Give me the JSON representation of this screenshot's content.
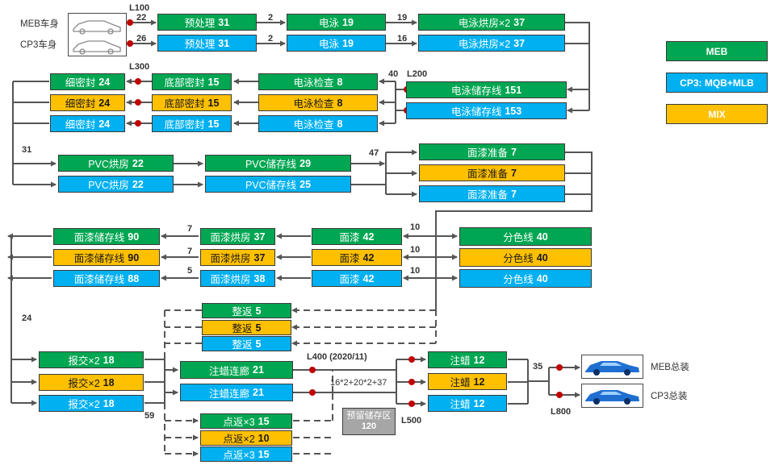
{
  "inputs": {
    "meb": "MEB车身",
    "cp3": "CP3车身"
  },
  "outputs": {
    "meb": "MEB总装",
    "cp3": "CP3总装"
  },
  "legend": {
    "meb": "MEB",
    "cp3": "CP3: MQB+MLB",
    "mix": "MIX"
  },
  "line_labels": {
    "l100": "L100",
    "l200": "L200",
    "l300": "L300",
    "l400": "L400 (2020/11)",
    "l500": "L500",
    "l800": "L800"
  },
  "flow_labels": {
    "f22": "22",
    "f26": "26",
    "f2a": "2",
    "f2b": "2",
    "f19": "19",
    "f16": "16",
    "f40": "40",
    "f31": "31",
    "f47": "47",
    "f7a": "7",
    "f7b": "7",
    "f5": "5",
    "f10a": "10",
    "f10b": "10",
    "f10c": "10",
    "f24": "24",
    "f59": "59",
    "f35": "35",
    "fmix": "16*2+20*2+37"
  },
  "boxes": {
    "pre1": {
      "label": "预处理",
      "num": "31"
    },
    "pre2": {
      "label": "预处理",
      "num": "31"
    },
    "ed1": {
      "label": "电泳",
      "num": "19"
    },
    "ed2": {
      "label": "电泳",
      "num": "19"
    },
    "oven1": {
      "label": "电泳烘房×2",
      "num": "37"
    },
    "oven2": {
      "label": "电泳烘房×2",
      "num": "37"
    },
    "edstore1": {
      "label": "电泳储存线",
      "num": "151"
    },
    "edstore2": {
      "label": "电泳储存线",
      "num": "153"
    },
    "edchk1": {
      "label": "电泳检查",
      "num": "8"
    },
    "edchk2": {
      "label": "电泳检查",
      "num": "8"
    },
    "edchk3": {
      "label": "电泳检查",
      "num": "8"
    },
    "useal1": {
      "label": "底部密封",
      "num": "15"
    },
    "useal2": {
      "label": "底部密封",
      "num": "15"
    },
    "useal3": {
      "label": "底部密封",
      "num": "15"
    },
    "fseal1": {
      "label": "细密封",
      "num": "24"
    },
    "fseal2": {
      "label": "细密封",
      "num": "24"
    },
    "fseal3": {
      "label": "细密封",
      "num": "24"
    },
    "pvcoven1": {
      "label": "PVC烘房",
      "num": "22"
    },
    "pvcoven2": {
      "label": "PVC烘房",
      "num": "22"
    },
    "pvcstore1": {
      "label": "PVC储存线",
      "num": "29"
    },
    "pvcstore2": {
      "label": "PVC储存线",
      "num": "25"
    },
    "tprep1": {
      "label": "面漆准备",
      "num": "7"
    },
    "tprep2": {
      "label": "面漆准备",
      "num": "7"
    },
    "tprep3": {
      "label": "面漆准备",
      "num": "7"
    },
    "tc1": {
      "label": "面漆",
      "num": "42"
    },
    "tc2": {
      "label": "面漆",
      "num": "42"
    },
    "tc3": {
      "label": "面漆",
      "num": "42"
    },
    "split1": {
      "label": "分色线",
      "num": "40"
    },
    "split2": {
      "label": "分色线",
      "num": "40"
    },
    "split3": {
      "label": "分色线",
      "num": "40"
    },
    "tcoven1": {
      "label": "面漆烘房",
      "num": "37"
    },
    "tcoven2": {
      "label": "面漆烘房",
      "num": "37"
    },
    "tcoven3": {
      "label": "面漆烘房",
      "num": "38"
    },
    "tcstore1": {
      "label": "面漆储存线",
      "num": "90"
    },
    "tcstore2": {
      "label": "面漆储存线",
      "num": "90"
    },
    "tcstore3": {
      "label": "面漆储存线",
      "num": "88"
    },
    "rework1": {
      "label": "整返",
      "num": "5"
    },
    "rework2": {
      "label": "整返",
      "num": "5"
    },
    "rework3": {
      "label": "整返",
      "num": "5"
    },
    "handover1": {
      "label": "报交×2",
      "num": "18"
    },
    "handover2": {
      "label": "报交×2",
      "num": "18"
    },
    "handover3": {
      "label": "报交×2",
      "num": "18"
    },
    "waxcorr1": {
      "label": "注蜡连廊",
      "num": "21"
    },
    "waxcorr2": {
      "label": "注蜡连廊",
      "num": "21"
    },
    "spot1": {
      "label": "点返×3",
      "num": "15"
    },
    "spot2": {
      "label": "点返×2",
      "num": "10"
    },
    "spot3": {
      "label": "点返×3",
      "num": "15"
    },
    "prestore": {
      "label": "预留储存区",
      "num": "120"
    },
    "wax1": {
      "label": "注蜡",
      "num": "12"
    },
    "wax2": {
      "label": "注蜡",
      "num": "12"
    },
    "wax3": {
      "label": "注蜡",
      "num": "12"
    }
  },
  "colors": {
    "meb": "#00a651",
    "cp3": "#00b0f0",
    "mix": "#ffc000",
    "stop": "#c00000",
    "car": "#1f6fd1"
  }
}
